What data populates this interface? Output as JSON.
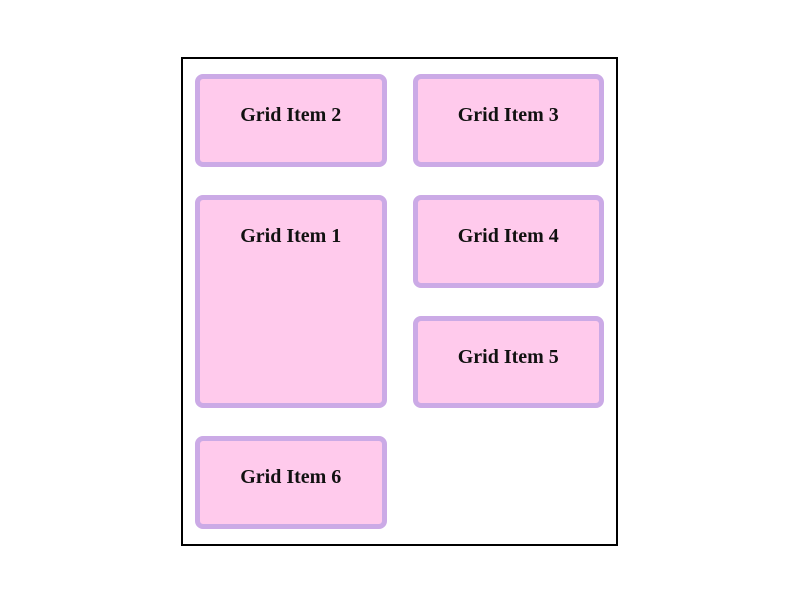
{
  "page": {
    "background_color": "#ffffff"
  },
  "grid": {
    "container_border_color": "#000000",
    "item_background_color": "#ffcaec",
    "item_border_color": "#cbaae6",
    "item_text_color": "#111111",
    "columns": 2,
    "items": [
      {
        "label": "Grid Item 1",
        "column": 1,
        "row": "2 / span 2"
      },
      {
        "label": "Grid Item 2",
        "column": 1,
        "row": "1"
      },
      {
        "label": "Grid Item 3",
        "column": 2,
        "row": "1"
      },
      {
        "label": "Grid Item 4",
        "column": 2,
        "row": "2"
      },
      {
        "label": "Grid Item 5",
        "column": 2,
        "row": "3"
      },
      {
        "label": "Grid Item 6",
        "column": 1,
        "row": "4"
      }
    ]
  }
}
